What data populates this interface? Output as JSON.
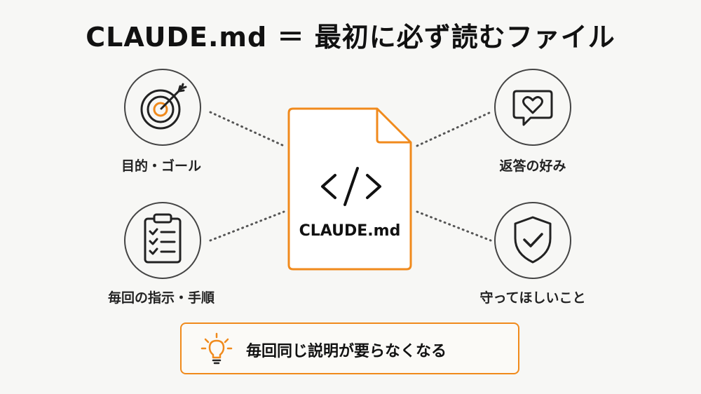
{
  "title": "CLAUDE.md ＝ 最初に必ず読むファイル",
  "center": {
    "file_name": "CLAUDE.md",
    "icon": "code-brackets-icon"
  },
  "items": [
    {
      "label": "目的・ゴール",
      "icon": "target-icon"
    },
    {
      "label": "毎回の指示・手順",
      "icon": "clipboard-checklist-icon"
    },
    {
      "label": "返答の好み",
      "icon": "heart-speech-bubble-icon"
    },
    {
      "label": "守ってほしいこと",
      "icon": "shield-check-icon"
    }
  ],
  "tip": {
    "text": "毎回同じ説明が要らなくなる",
    "icon": "lightbulb-icon"
  },
  "colors": {
    "accent": "#f08a1c",
    "line": "#444444",
    "background": "#f7f7f5"
  }
}
